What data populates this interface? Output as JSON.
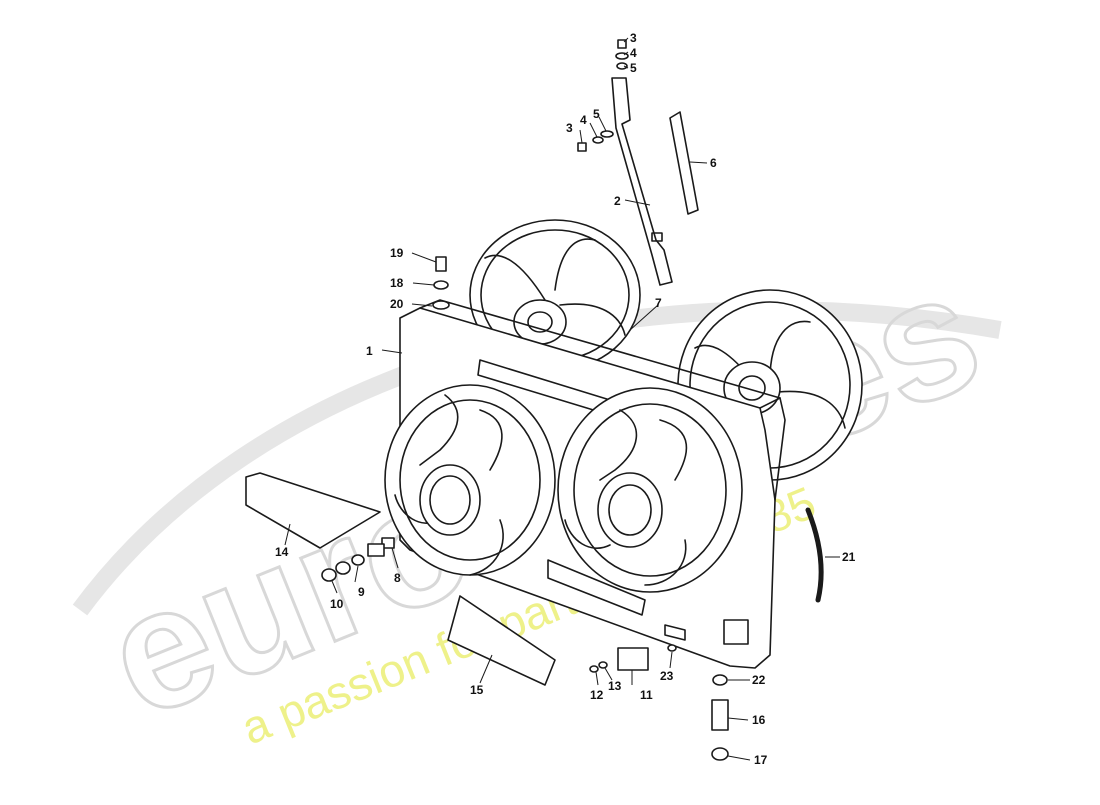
{
  "watermark": {
    "brand": "eurospares",
    "tagline": "a passion for parts since 1985"
  },
  "callouts": [
    "1",
    "2",
    "3",
    "4",
    "5",
    "6",
    "7",
    "8",
    "9",
    "10",
    "11",
    "12",
    "13",
    "14",
    "15",
    "16",
    "17",
    "18",
    "19",
    "20",
    "21",
    "22",
    "23",
    "3",
    "4",
    "5"
  ],
  "colors": {
    "line": "#1a1a1a",
    "watermark_grey": "#d8d8d8",
    "watermark_yellow": "#eef18a"
  }
}
